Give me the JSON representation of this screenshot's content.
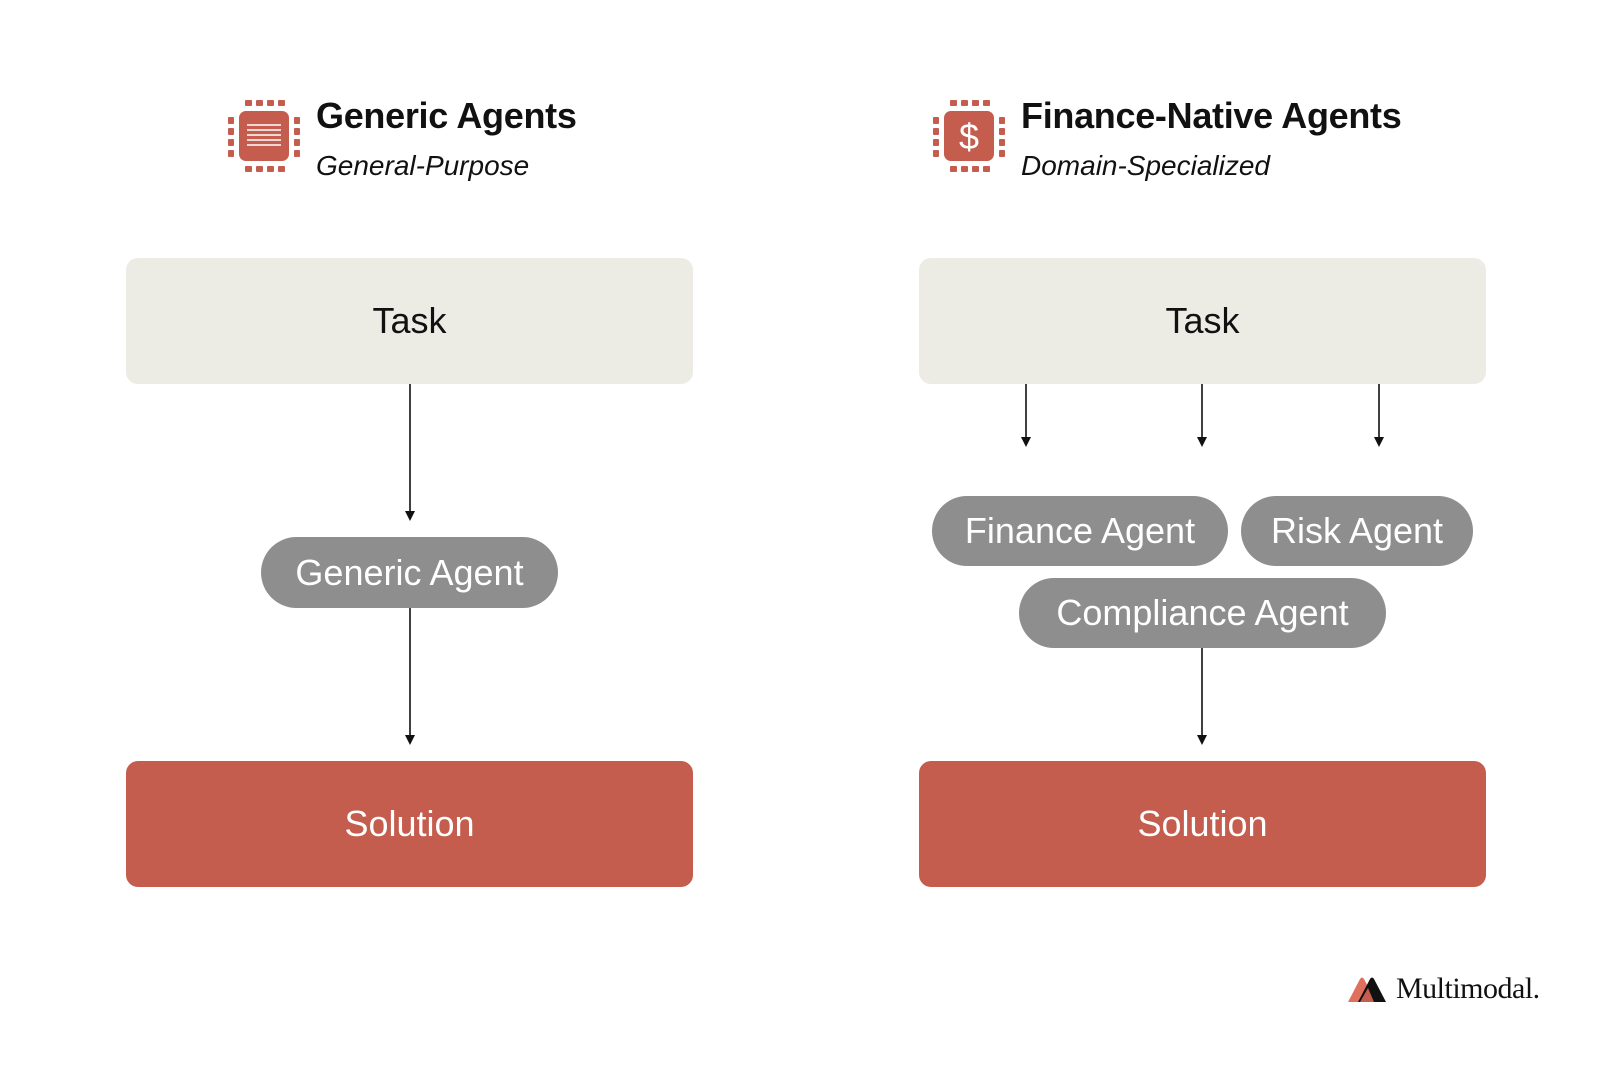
{
  "left": {
    "title": "Generic Agents",
    "subtitle": "General-Purpose",
    "icon": "cpu-chip-icon",
    "task_label": "Task",
    "agent_label": "Generic Agent",
    "solution_label": "Solution"
  },
  "right": {
    "title": "Finance-Native Agents",
    "subtitle": "Domain-Specialized",
    "icon": "dollar-chip-icon",
    "task_label": "Task",
    "agents": [
      "Finance Agent",
      "Risk Agent",
      "Compliance Agent"
    ],
    "solution_label": "Solution"
  },
  "logo": {
    "text": "Multimodal.",
    "icon": "multimodal-logo-icon"
  },
  "colors": {
    "accent": "#c45d4d",
    "task_bg": "#ecebe4",
    "agent_bg": "#8e8e8e",
    "text": "#111111"
  }
}
